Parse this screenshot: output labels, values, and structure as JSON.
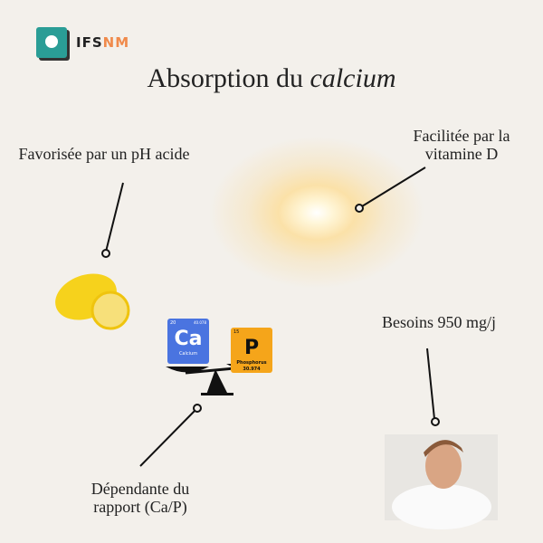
{
  "logo": {
    "text_dark": "IFS",
    "text_accent": "NM"
  },
  "title": {
    "main": "Absorption du ",
    "italic": "calcium"
  },
  "labels": {
    "ph": "Favorisée par un pH acide",
    "vitd": "Facilitée par la vitamine D",
    "needs": "Besoins 950 mg/j",
    "ratio_line1": "Dépendante du",
    "ratio_line2": "rapport   (Ca/P)"
  },
  "elements": {
    "calcium": {
      "number": "20",
      "mass": "40.078",
      "symbol": "Ca",
      "name": "Calcium"
    },
    "phosphorus": {
      "number": "15",
      "mass": "30.974",
      "symbol": "P",
      "name": "Phosphorus"
    }
  },
  "colors": {
    "teal": "#2a9d96",
    "orange": "#f08a4b",
    "calcium": "#4a74e0",
    "phosphorus": "#f5a51a"
  }
}
